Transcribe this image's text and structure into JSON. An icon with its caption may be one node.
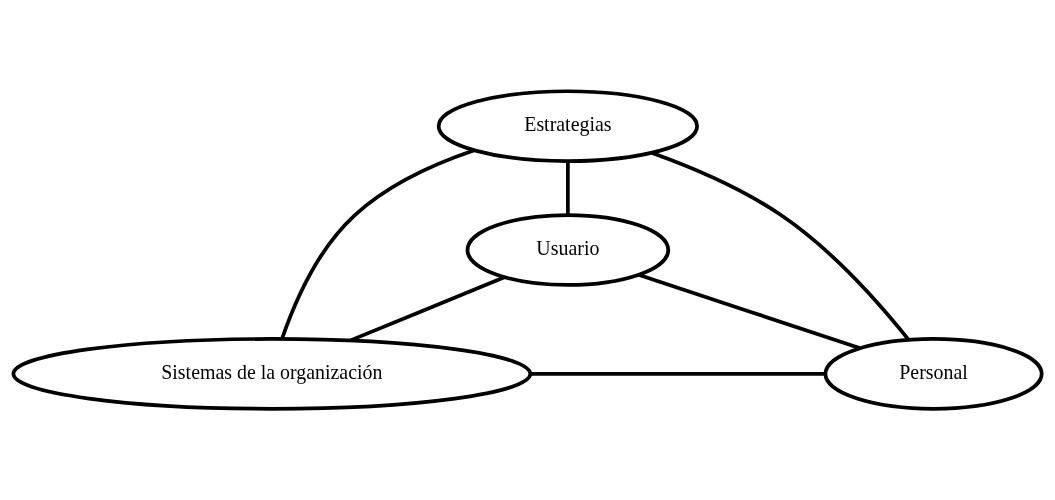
{
  "diagram": {
    "nodes": [
      {
        "text": [
          "Estrategias"
        ]
      },
      {
        "text": [
          "Usuario"
        ]
      },
      {
        "text": [
          "Sistemas de la organización"
        ]
      },
      {
        "text": [
          "Personal"
        ]
      }
    ],
    "edges": [
      {
        "from": 0,
        "to": 1,
        "arrow": "none"
      },
      {
        "from": 0,
        "to": 2,
        "arrow": "none"
      },
      {
        "from": 0,
        "to": 3,
        "arrow": "none"
      },
      {
        "from": 1,
        "to": 2,
        "arrow": "none"
      },
      {
        "from": 1,
        "to": 3,
        "arrow": "none"
      },
      {
        "from": 2,
        "to": 3,
        "arrow": "none"
      }
    ]
  }
}
